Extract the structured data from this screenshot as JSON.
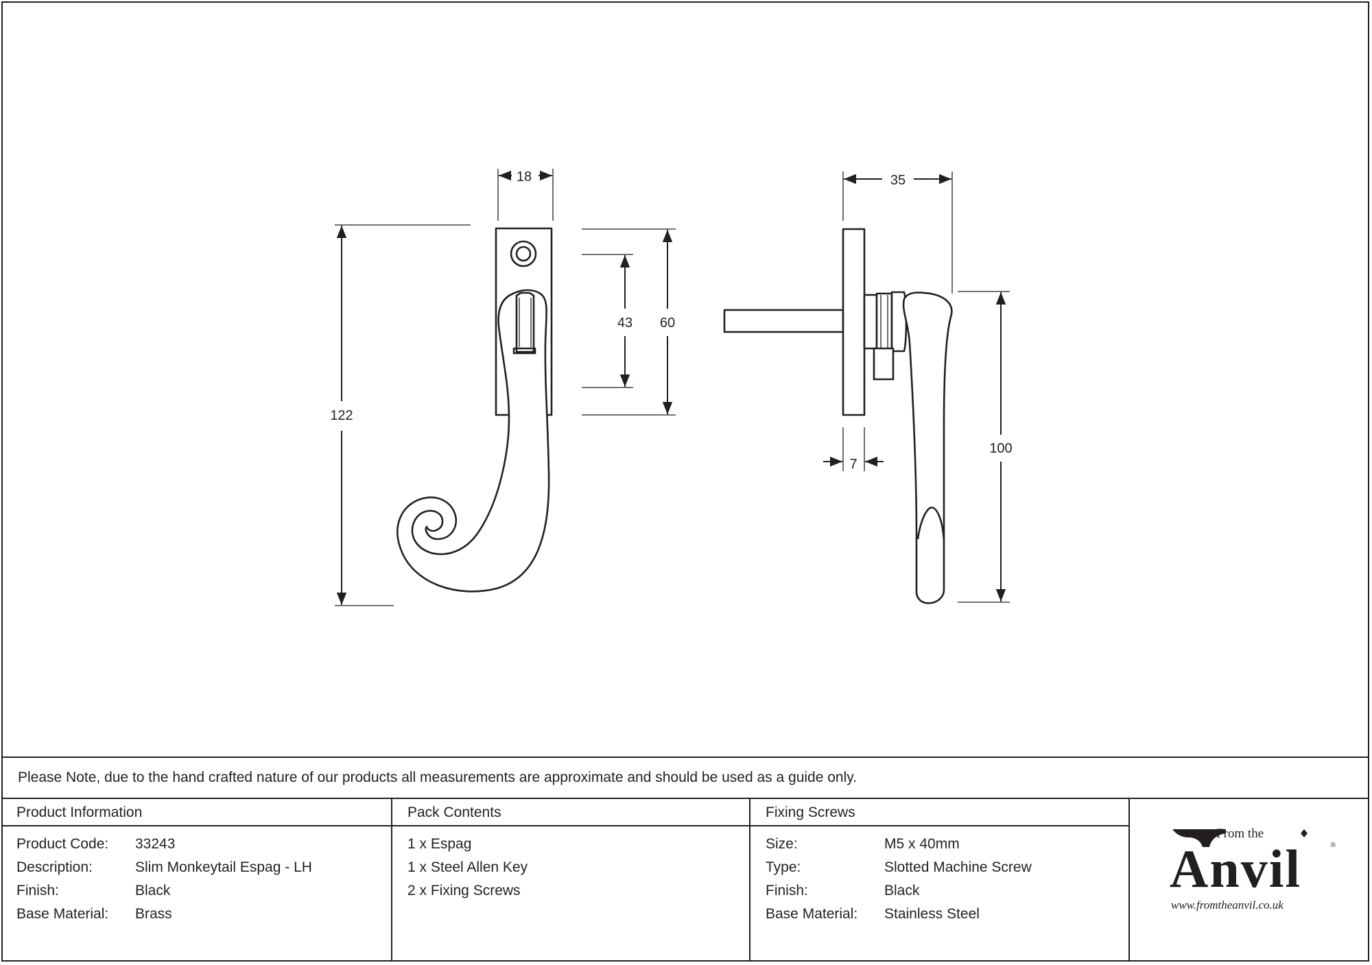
{
  "drawing": {
    "front_view": {
      "width_label": "18",
      "height_label": "122",
      "spindle_spacing_label": "43",
      "plate_height_label": "60"
    },
    "side_view": {
      "projection_label": "35",
      "plate_thickness_label": "7",
      "handle_length_label": "100"
    }
  },
  "note": "Please Note, due to the hand crafted nature of our products all measurements are approximate and should be used as a guide only.",
  "product_information": {
    "title": "Product Information",
    "rows": [
      {
        "label": "Product Code:",
        "value": "33243"
      },
      {
        "label": "Description:",
        "value": "Slim Monkeytail Espag - LH"
      },
      {
        "label": "Finish:",
        "value": "Black"
      },
      {
        "label": "Base Material:",
        "value": "Brass"
      }
    ]
  },
  "pack_contents": {
    "title": "Pack Contents",
    "items": [
      "1 x Espag",
      "1 x Steel Allen Key",
      "2 x Fixing Screws"
    ]
  },
  "fixing_screws": {
    "title": "Fixing Screws",
    "rows": [
      {
        "label": "Size:",
        "value": "M5 x 40mm"
      },
      {
        "label": "Type:",
        "value": "Slotted Machine Screw"
      },
      {
        "label": "Finish:",
        "value": "Black"
      },
      {
        "label": "Base Material:",
        "value": "Stainless Steel"
      }
    ]
  },
  "logo": {
    "from_the": "From the",
    "brand": "Anvil",
    "registered": "®",
    "url": "www.fromtheanvil.co.uk",
    "icon": "anvil-icon"
  }
}
